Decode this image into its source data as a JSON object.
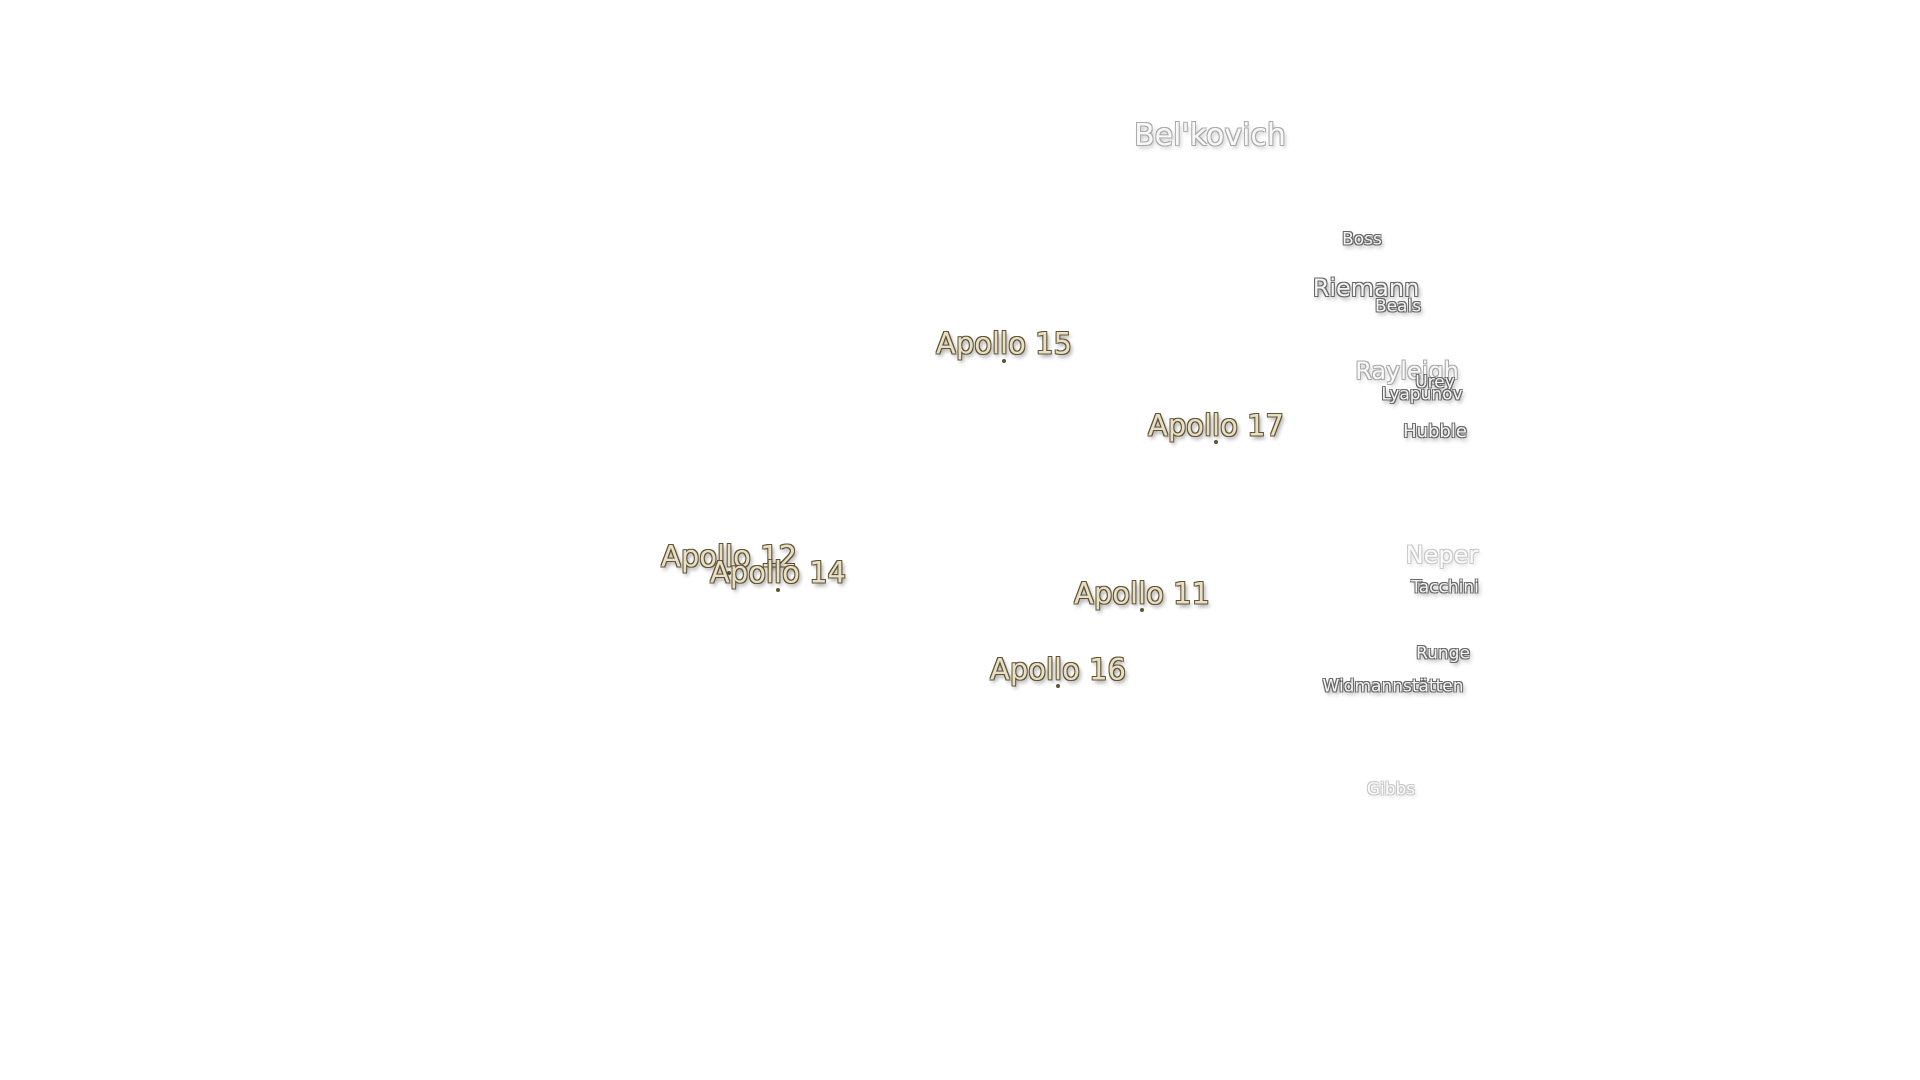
{
  "landing_sites": [
    {
      "id": "apollo-15",
      "name": "Apollo 15"
    },
    {
      "id": "apollo-17",
      "name": "Apollo 17"
    },
    {
      "id": "apollo-12",
      "name": "Apollo 12"
    },
    {
      "id": "apollo-14",
      "name": "Apollo 14"
    },
    {
      "id": "apollo-11",
      "name": "Apollo 11"
    },
    {
      "id": "apollo-16",
      "name": "Apollo 16"
    }
  ],
  "craters": [
    {
      "id": "belkovich",
      "name": "Bel'kovich"
    },
    {
      "id": "boss",
      "name": "Boss"
    },
    {
      "id": "riemann",
      "name": "Riemann"
    },
    {
      "id": "beals",
      "name": "Beals"
    },
    {
      "id": "rayleigh",
      "name": "Rayleigh"
    },
    {
      "id": "urey",
      "name": "Urey"
    },
    {
      "id": "lyapunov",
      "name": "Lyapunov"
    },
    {
      "id": "hubble",
      "name": "Hubble"
    },
    {
      "id": "neper",
      "name": "Neper"
    },
    {
      "id": "tacchini",
      "name": "Tacchini"
    },
    {
      "id": "runge",
      "name": "Runge"
    },
    {
      "id": "widmannstatten",
      "name": "Widmannstätten"
    },
    {
      "id": "gibbs",
      "name": "Gibbs"
    }
  ],
  "colors": {
    "background": "#ffffff",
    "site_fill": "#e9dfc4",
    "site_outline": "#5e5335",
    "crater_fill": "#f4f4f4",
    "crater_outline": "#666666"
  }
}
